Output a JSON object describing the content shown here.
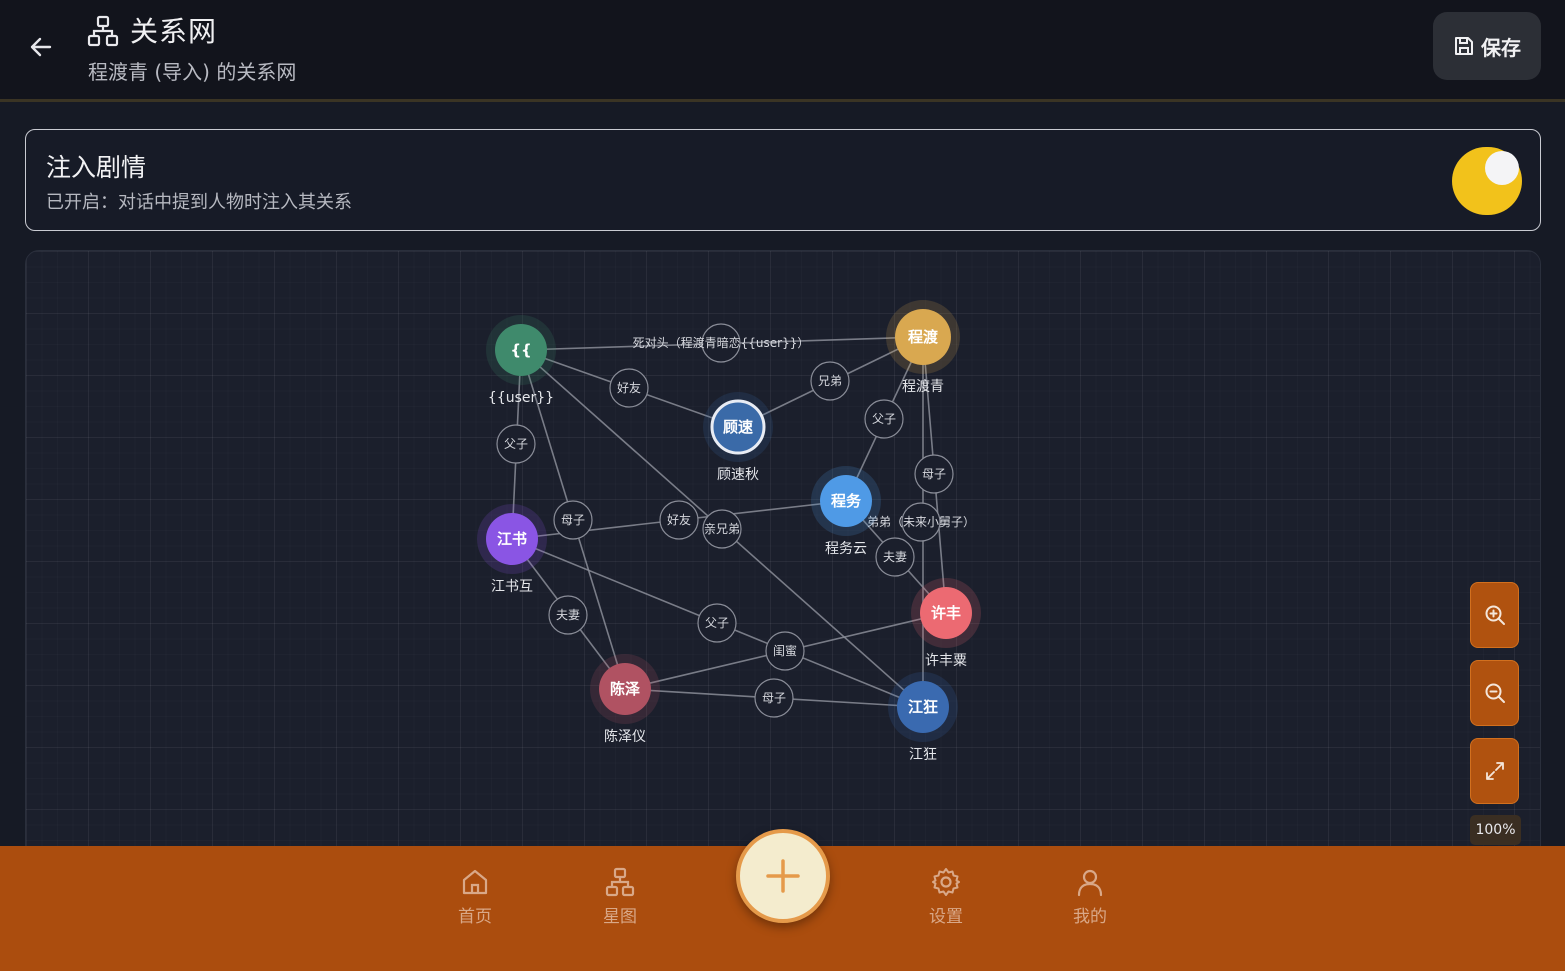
{
  "header": {
    "title": "关系网",
    "subtitle": "程渡青 (导入) 的关系网",
    "save_label": "保存"
  },
  "inject": {
    "title": "注入剧情",
    "description": "已开启：对话中提到人物时注入其关系",
    "enabled": true,
    "toggle_color": "#f2c21b"
  },
  "graph": {
    "zoom_label": "100%",
    "nodes": [
      {
        "id": "user",
        "short": "{{",
        "name": "{{user}}",
        "color": "#3f8a6c"
      },
      {
        "id": "chengduqing",
        "short": "程渡",
        "name": "程渡青",
        "color": "#d9a850"
      },
      {
        "id": "gusuqiu",
        "short": "顾速",
        "name": "顾速秋",
        "color": "#3a6aa8"
      },
      {
        "id": "chengwuyun",
        "short": "程务",
        "name": "程务云",
        "color": "#4f9ae6"
      },
      {
        "id": "jiangshuhu",
        "short": "江书",
        "name": "江书互",
        "color": "#8a55e4"
      },
      {
        "id": "xufengsu",
        "short": "许丰",
        "name": "许丰粟",
        "color": "#ec6a72"
      },
      {
        "id": "chenzeyi",
        "short": "陈泽",
        "name": "陈泽仪",
        "color": "#b05262"
      },
      {
        "id": "jiangkuang",
        "short": "江狂",
        "name": "江狂",
        "color": "#3a6ab0"
      }
    ],
    "edges": [
      {
        "from": "user",
        "to": "chengduqing",
        "label": "死对头（程渡青暗恋{{user}}）"
      },
      {
        "from": "user",
        "to": "gusuqiu",
        "label": "好友"
      },
      {
        "from": "chengduqing",
        "to": "gusuqiu",
        "label": "兄弟"
      },
      {
        "from": "user",
        "to": "jiangshuhu",
        "label": "父子"
      },
      {
        "from": "chengduqing",
        "to": "chengwuyun",
        "label": "父子"
      },
      {
        "from": "chengduqing",
        "to": "xufengsu",
        "label": "母子"
      },
      {
        "from": "user",
        "to": "chenzeyi",
        "label": "母子"
      },
      {
        "from": "jiangshuhu",
        "to": "chengwuyun",
        "label": "好友"
      },
      {
        "from": "user",
        "to": "jiangkuang",
        "label": "亲兄弟"
      },
      {
        "from": "chengduqing",
        "to": "jiangkuang",
        "label": "弟弟（未来小舅子）"
      },
      {
        "from": "chengwuyun",
        "to": "xufengsu",
        "label": "夫妻"
      },
      {
        "from": "jiangshuhu",
        "to": "chenzeyi",
        "label": "夫妻"
      },
      {
        "from": "jiangshuhu",
        "to": "jiangkuang",
        "label": "父子"
      },
      {
        "from": "chenzeyi",
        "to": "xufengsu",
        "label": "闺蜜"
      },
      {
        "from": "chenzeyi",
        "to": "jiangkuang",
        "label": "母子"
      }
    ]
  },
  "nav": {
    "home": "首页",
    "star_map": "星图",
    "settings": "设置",
    "mine": "我的"
  }
}
